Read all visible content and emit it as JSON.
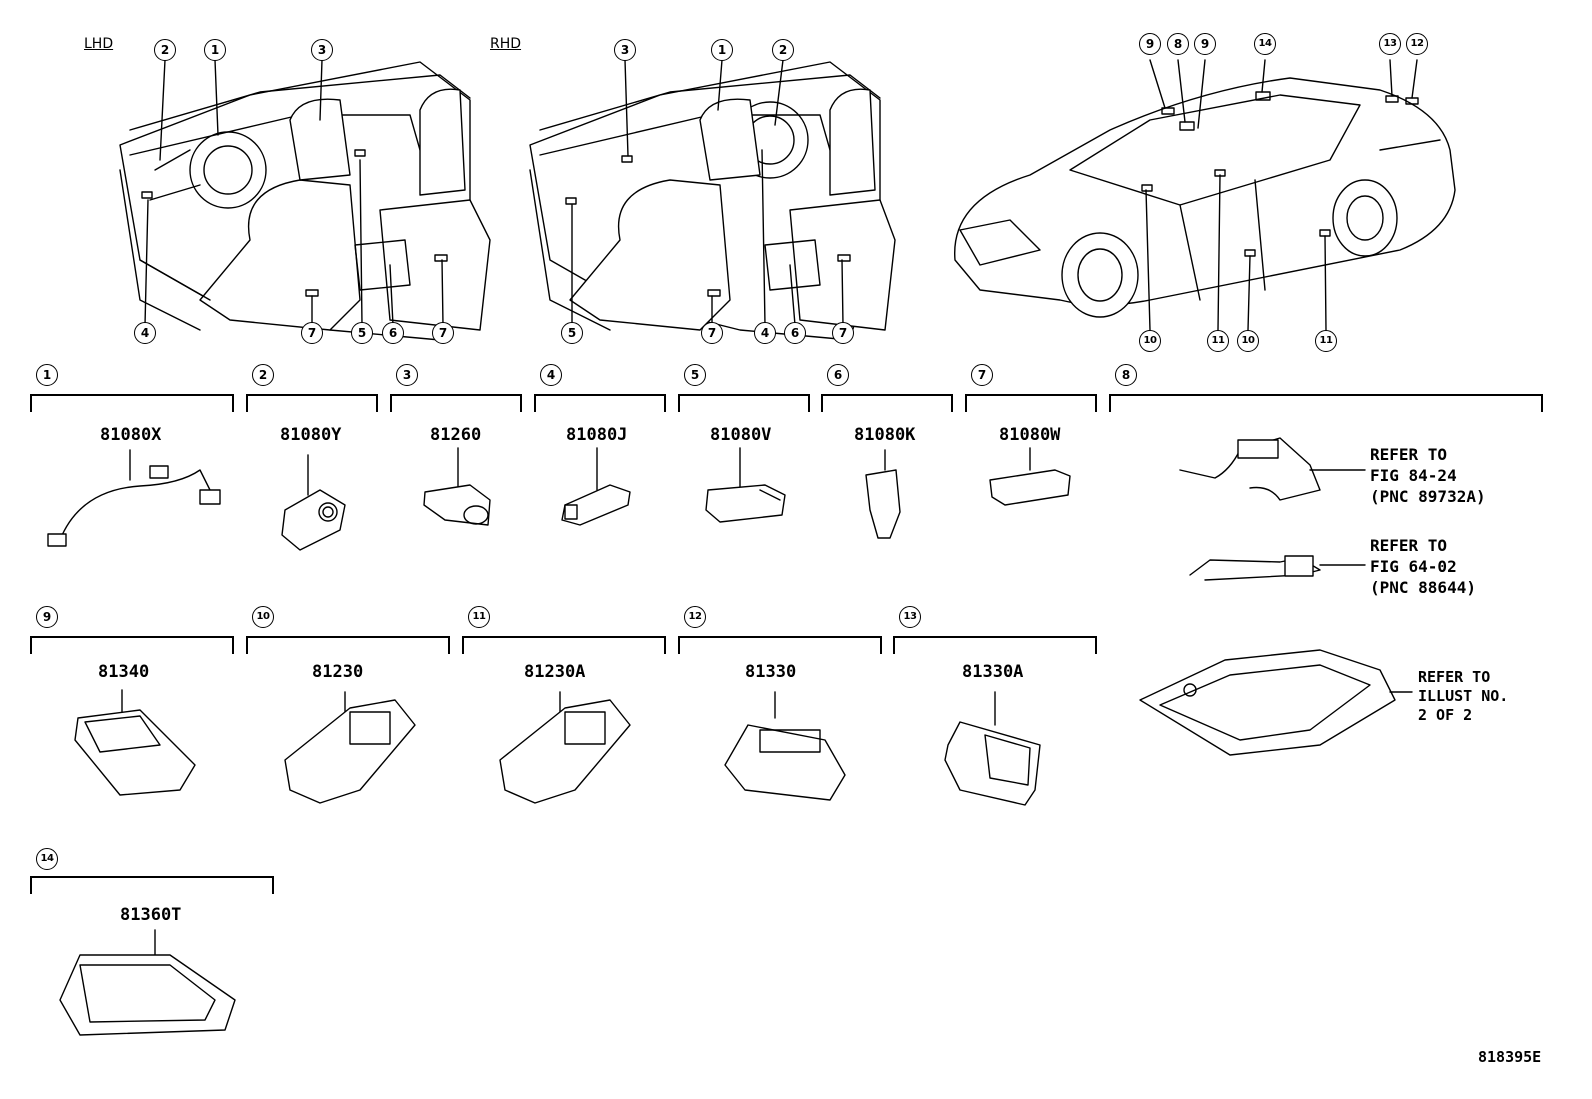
{
  "views": {
    "lhd": "LHD",
    "rhd": "RHD",
    "lhd_callouts": [
      "2",
      "1",
      "3",
      "4",
      "7",
      "5",
      "6",
      "7"
    ],
    "rhd_callouts": [
      "3",
      "1",
      "2",
      "5",
      "7",
      "4",
      "6",
      "7"
    ],
    "car_callouts": [
      "9",
      "8",
      "9",
      "14",
      "13",
      "12",
      "10",
      "11",
      "10",
      "11"
    ]
  },
  "sections": [
    {
      "num": "1",
      "part": "81080X"
    },
    {
      "num": "2",
      "part": "81080Y"
    },
    {
      "num": "3",
      "part": "81260"
    },
    {
      "num": "4",
      "part": "81080J"
    },
    {
      "num": "5",
      "part": "81080V"
    },
    {
      "num": "6",
      "part": "81080K"
    },
    {
      "num": "7",
      "part": "81080W"
    },
    {
      "num": "8",
      "part": ""
    },
    {
      "num": "9",
      "part": "81340"
    },
    {
      "num": "10",
      "part": "81230"
    },
    {
      "num": "11",
      "part": "81230A"
    },
    {
      "num": "12",
      "part": "81330"
    },
    {
      "num": "13",
      "part": "81330A"
    },
    {
      "num": "14",
      "part": "81360T"
    }
  ],
  "references": [
    {
      "line1": "REFER TO",
      "line2": "FIG 84-24",
      "line3": "(PNC 89732A)"
    },
    {
      "line1": "REFER TO",
      "line2": "FIG 64-02",
      "line3": "(PNC 88644)"
    },
    {
      "line1": "REFER TO",
      "line2": "ILLUST NO.",
      "line3": "2 OF 2"
    }
  ],
  "diagram_id": "818395E"
}
